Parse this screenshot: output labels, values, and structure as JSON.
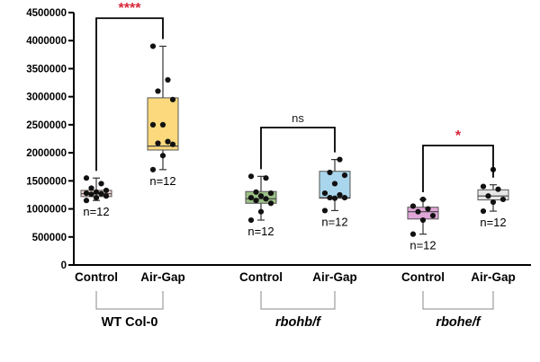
{
  "chart_data": {
    "type": "box",
    "ylim": [
      0,
      4500000
    ],
    "y_ticks": [
      0,
      500000,
      1000000,
      1500000,
      2000000,
      2500000,
      3000000,
      3500000,
      4000000,
      4500000
    ],
    "y_tick_labels": [
      "0",
      "500000",
      "1000000",
      "1500000",
      "2000000",
      "2500000",
      "3000000",
      "3500000",
      "4000000",
      "4500000"
    ],
    "groups": [
      {
        "label": "WT Col-0",
        "italic": false,
        "boxes": [
          {
            "category": "Control",
            "fill": "#f3d7d0",
            "n_label": "n=12",
            "whisker_min": 1150000,
            "q1": 1220000,
            "median": 1270000,
            "q3": 1330000,
            "whisker_max": 1550000,
            "points": [
              1150000,
              1200000,
              1230000,
              1260000,
              1270000,
              1280000,
              1300000,
              1330000,
              1370000,
              1450000,
              1550000
            ]
          },
          {
            "category": "Air-Gap",
            "fill": "#fbd97c",
            "n_label": "n=12",
            "whisker_min": 1700000,
            "q1": 2050000,
            "median": 2120000,
            "q3": 2980000,
            "whisker_max": 3900000,
            "points": [
              1700000,
              1950000,
              2150000,
              2170000,
              2200000,
              2500000,
              2500000,
              2950000,
              3100000,
              3300000,
              3900000
            ]
          }
        ],
        "significance": "****",
        "significance_color": "#d8263a",
        "bracket_y": 4400000
      },
      {
        "label": "rbohb/f",
        "italic": true,
        "boxes": [
          {
            "category": "Control",
            "fill": "#9bbf86",
            "n_label": "n=12",
            "whisker_min": 800000,
            "q1": 1100000,
            "median": 1180000,
            "q3": 1310000,
            "whisker_max": 1580000,
            "points": [
              800000,
              950000,
              1100000,
              1150000,
              1180000,
              1200000,
              1230000,
              1280000,
              1300000,
              1550000,
              1580000
            ]
          },
          {
            "category": "Air-Gap",
            "fill": "#a9d6ec",
            "n_label": "n=12",
            "whisker_min": 970000,
            "q1": 1190000,
            "median": 1200000,
            "q3": 1670000,
            "whisker_max": 1880000,
            "points": [
              970000,
              1190000,
              1200000,
              1200000,
              1250000,
              1280000,
              1450000,
              1600000,
              1650000,
              1880000
            ]
          }
        ],
        "significance": "ns",
        "significance_color": "#222222",
        "bracket_y": 2450000
      },
      {
        "label": "rbohe/f",
        "italic": true,
        "boxes": [
          {
            "category": "Control",
            "fill": "#e0a6d8",
            "n_label": "n=12",
            "whisker_min": 550000,
            "q1": 820000,
            "median": 950000,
            "q3": 1030000,
            "whisker_max": 1170000,
            "points": [
              550000,
              800000,
              880000,
              950000,
              1000000,
              1050000,
              1170000
            ]
          },
          {
            "category": "Air-Gap",
            "fill": "#e6e6e6",
            "n_label": "n=12",
            "whisker_min": 960000,
            "q1": 1160000,
            "median": 1230000,
            "q3": 1340000,
            "whisker_max": 1430000,
            "points": [
              960000,
              1120000,
              1170000,
              1230000,
              1350000,
              1400000,
              1700000
            ]
          }
        ],
        "significance": "*",
        "significance_color": "#d8263a",
        "bracket_y": 2130000
      }
    ]
  }
}
